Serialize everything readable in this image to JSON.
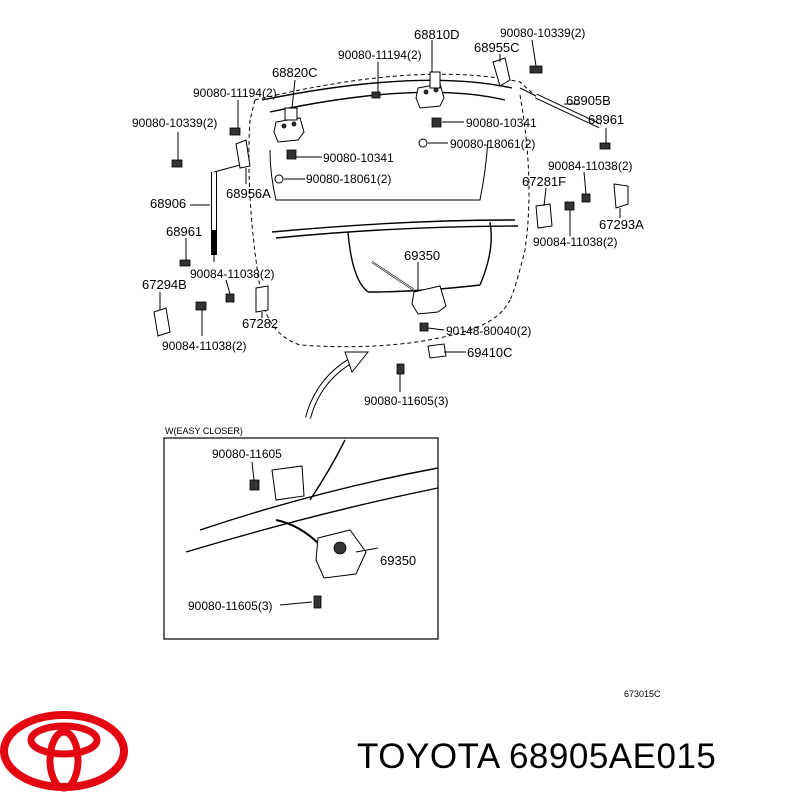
{
  "diagram": {
    "callouts": [
      {
        "id": "68810D",
        "text": "68810D"
      },
      {
        "id": "90080-10339-top",
        "text": "90080-10339(2)"
      },
      {
        "id": "90080-11194-top",
        "text": "90080-11194(2)"
      },
      {
        "id": "68955C",
        "text": "68955C"
      },
      {
        "id": "68820C",
        "text": "68820C"
      },
      {
        "id": "90080-11194-left",
        "text": "90080-11194(2)"
      },
      {
        "id": "68905B",
        "text": "68905B"
      },
      {
        "id": "90080-10339-left",
        "text": "90080-10339(2)"
      },
      {
        "id": "90080-10341-right",
        "text": "90080-10341"
      },
      {
        "id": "68961-right",
        "text": "68961"
      },
      {
        "id": "90080-18061-right",
        "text": "90080-18061(2)"
      },
      {
        "id": "90080-10341-left",
        "text": "90080-10341"
      },
      {
        "id": "90084-11038-upper-right",
        "text": "90084-11038(2)"
      },
      {
        "id": "90080-18061-left",
        "text": "90080-18061(2)"
      },
      {
        "id": "67281F",
        "text": "67281F"
      },
      {
        "id": "68956A",
        "text": "68956A"
      },
      {
        "id": "68906",
        "text": "68906"
      },
      {
        "id": "67293A",
        "text": "67293A"
      },
      {
        "id": "68961-left",
        "text": "68961"
      },
      {
        "id": "90084-11038-lower-right",
        "text": "90084-11038(2)"
      },
      {
        "id": "69350-main",
        "text": "69350"
      },
      {
        "id": "90084-11038-left",
        "text": "90084-11038(2)"
      },
      {
        "id": "67294B",
        "text": "67294B"
      },
      {
        "id": "67282",
        "text": "67282"
      },
      {
        "id": "90148-80040",
        "text": "90148-80040(2)"
      },
      {
        "id": "90084-11038-bottom-left",
        "text": "90084-11038(2)"
      },
      {
        "id": "69410C",
        "text": "69410C"
      },
      {
        "id": "90080-11605-main",
        "text": "90080-11605(3)"
      }
    ],
    "inset": {
      "title": "W(EASY CLOSER)",
      "callouts": [
        {
          "id": "inset-90080-11605",
          "text": "90080-11605"
        },
        {
          "id": "inset-69350",
          "text": "69350"
        },
        {
          "id": "inset-90080-11605-3",
          "text": "90080-11605(3)"
        }
      ]
    },
    "figure_code": "673015C"
  },
  "brand": {
    "logo_icon": "toyota-logo-icon",
    "logo_color": "#e30613",
    "title": "TOYOTA 68905AE015"
  }
}
